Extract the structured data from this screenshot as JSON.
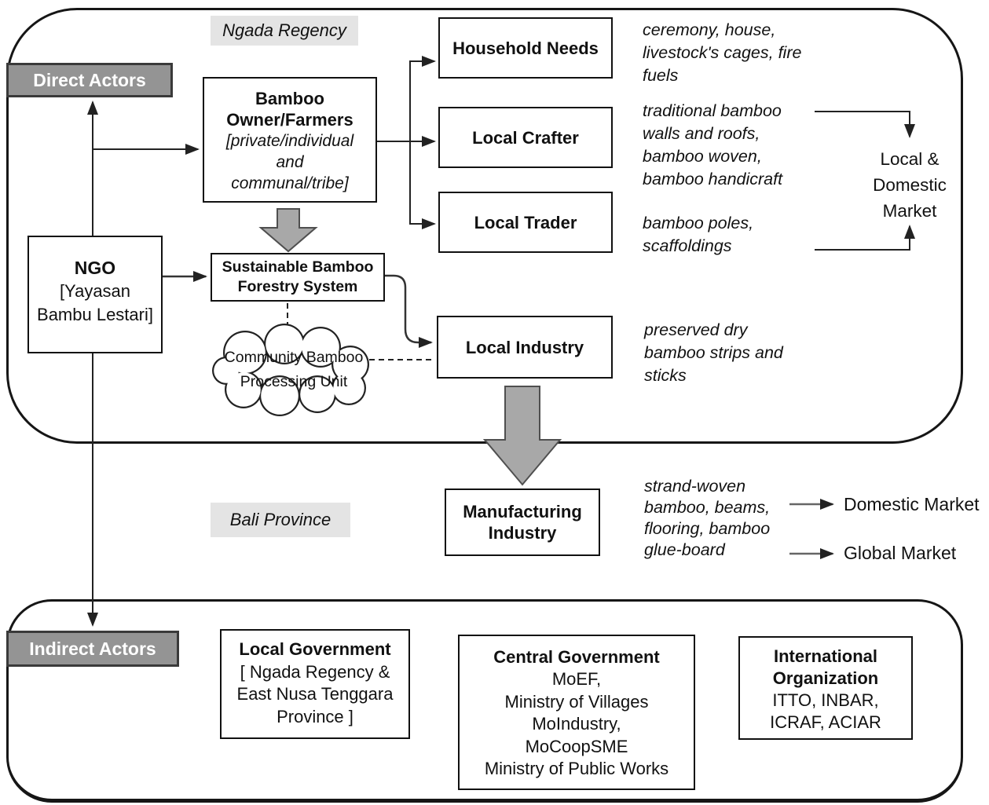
{
  "sections": {
    "direct": {
      "label": "Direct Actors",
      "region_tag": "Ngada Regency"
    },
    "middle": {
      "region_tag": "Bali Province"
    },
    "indirect": {
      "label": "Indirect Actors"
    }
  },
  "nodes": {
    "bamboo_owner": {
      "title": "Bamboo Owner/Farmers",
      "sub": [
        "[private/individual",
        "and",
        "communal/tribe]"
      ]
    },
    "ngo": {
      "title": "NGO",
      "sub": [
        "[Yayasan",
        "Bambu Lestari]"
      ]
    },
    "household_needs": {
      "title": "Household Needs"
    },
    "local_crafter": {
      "title": "Local Crafter"
    },
    "local_trader": {
      "title": "Local Trader"
    },
    "sbfs": {
      "title": "Sustainable Bamboo Forestry System"
    },
    "cbpu": {
      "title": "Community Bamboo Processing Unit"
    },
    "local_industry": {
      "title": "Local Industry"
    },
    "manufacturing": {
      "title": "Manufacturing Industry"
    },
    "local_government": {
      "title": "Local Government",
      "sub": [
        "[ Ngada Regency &",
        "East Nusa Tenggara",
        "Province ]"
      ]
    },
    "central_government": {
      "title": "Central Government",
      "sub": [
        "MoEF,",
        "Ministry of Villages",
        "MoIndustry,",
        "MoCoopSME",
        "Ministry of Public Works"
      ]
    },
    "international_org": {
      "title": "International Organization",
      "sub": [
        "ITTO, INBAR,",
        "ICRAF, ACIAR"
      ]
    }
  },
  "products": {
    "household": [
      "ceremony, house,",
      "livestock's cages, fire",
      "fuels"
    ],
    "crafter": [
      "traditional bamboo",
      "walls and roofs,",
      "bamboo woven,",
      "bamboo handicraft"
    ],
    "trader": [
      "bamboo poles,",
      "scaffoldings"
    ],
    "industry": [
      "preserved dry",
      "bamboo strips and",
      "sticks"
    ],
    "manufacturing": [
      "strand-woven",
      "bamboo, beams,",
      "flooring, bamboo",
      "glue-board"
    ]
  },
  "markets": {
    "local_domestic": [
      "Local &",
      "Domestic",
      "Market"
    ],
    "domestic": "Domestic Market",
    "global": "Global Market"
  },
  "colors": {
    "section_label_bg": "#949494",
    "region_tag_bg": "#e4e4e4",
    "block_arrow_fill": "#a8a8a8",
    "line": "#222222"
  }
}
